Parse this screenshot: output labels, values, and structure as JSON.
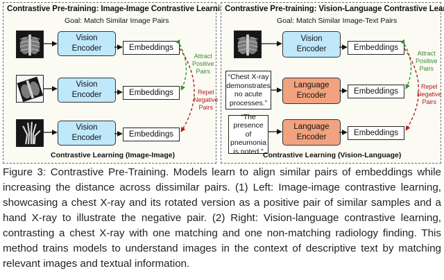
{
  "left_panel": {
    "title": "Contrastive Pre-training: Image-Image Contrastive Learning",
    "goal": "Goal: Match Similar Image Pairs",
    "encoder_line1": "Vision",
    "encoder_line2": "Encoder",
    "embeddings": "Embeddings",
    "attract_label": "Attract\nPositive\nPairs",
    "repel_label": "Repel\nNegative\nPairs",
    "caption": "Contrastive Learning (Image-Image)",
    "images": [
      "chest-xray-icon",
      "rotated-chest-xray-icon",
      "hand-xray-icon"
    ]
  },
  "right_panel": {
    "title": "Contrastive Pre-training: Vision-Language Contrastive Learning",
    "goal": "Goal: Match Similar Image-Text Pairs",
    "vision_line1": "Vision",
    "vision_line2": "Encoder",
    "language_line1": "Language",
    "language_line2": "Encoder",
    "embeddings": "Embeddings",
    "text_1": "“Chest X-ray demonstrates no acute processes.”",
    "text_2": "“The presence of pneumonia is noted.”",
    "attract_label": "Attract\nPositive\nPairs",
    "repel_label": "Repel\nNegative\nPairs",
    "caption": "Contrastive Learning (Vision-Language)",
    "images": [
      "chest-xray-icon"
    ]
  },
  "colors": {
    "vision_encoder": "#bfe8fb",
    "language_encoder": "#f3a27f",
    "attract": "#3c8a2e",
    "repel": "#b01c1c"
  },
  "figure_caption": "Figure 3: Contrastive Pre-Training. Models learn to align similar pairs of embeddings while increasing the distance across dissimilar pairs. (1) Left: Image-image contrastive learning, showcasing a chest X-ray and its rotated version as a positive pair of similar samples and a hand X-ray to illustrate the negative pair. (2) Right: Vision-language contrastive learning, contrasting a chest X-ray with one matching and one non-matching radiology finding. This method trains models to understand images in the context of descriptive text by matching relevant images and textual information."
}
